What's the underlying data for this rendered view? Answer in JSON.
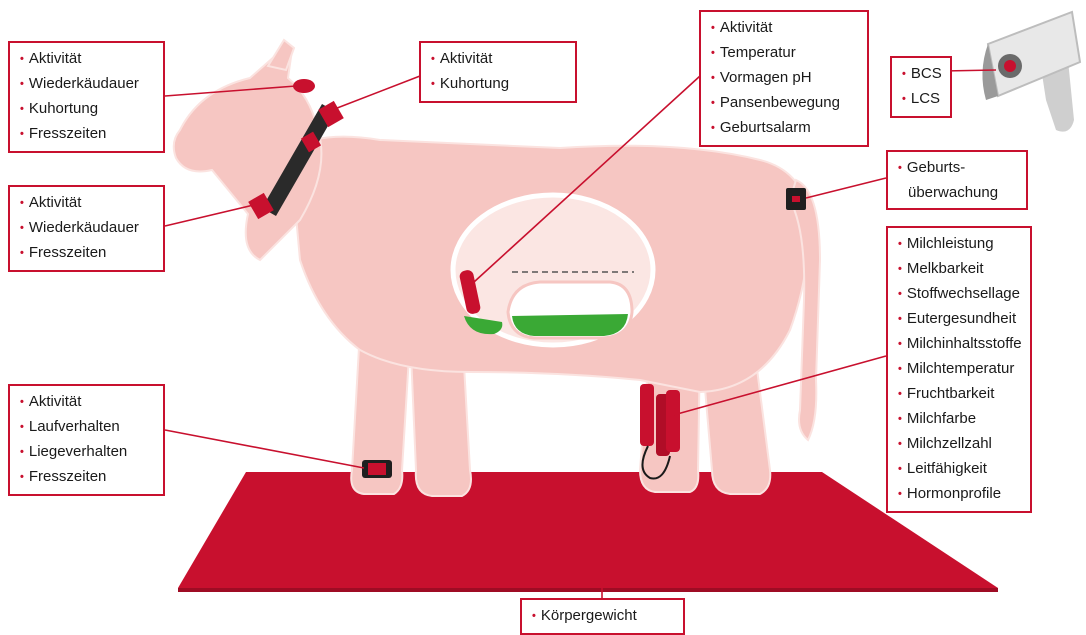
{
  "colors": {
    "accent": "#c8102e",
    "cow": "#f6c6c2",
    "stomach_fill": "#3aa935",
    "mat": "#c8102e"
  },
  "icons": {
    "bullet": "•",
    "camera": "security-camera-icon"
  },
  "boxes": {
    "ear": [
      "Aktivität",
      "Wiederkäudauer",
      "Kuhortung",
      "Fresszeiten"
    ],
    "collar_top": [
      "Aktivität",
      "Kuhortung"
    ],
    "collar": [
      "Aktivität",
      "Wiederkäudauer",
      "Fresszeiten"
    ],
    "bolus": [
      "Aktivität",
      "Temperatur",
      "Vormagen pH",
      "Pansenbewegung",
      "Geburtsalarm"
    ],
    "camera": [
      "BCS",
      "LCS"
    ],
    "tail": [
      "Geburts-",
      "überwachung"
    ],
    "milking": [
      "Milchleistung",
      "Melkbarkeit",
      "Stoffwechsellage",
      "Eutergesundheit",
      "Milchinhaltsstoffe",
      "Milchtemperatur",
      "Fruchtbarkeit",
      "Milchfarbe",
      "Milchzellzahl",
      "Leitfähigkeit",
      "Hormonprofile"
    ],
    "leg": [
      "Aktivität",
      "Laufverhalten",
      "Liegeverhalten",
      "Fresszeiten"
    ],
    "scale": [
      "Körpergewicht"
    ]
  }
}
